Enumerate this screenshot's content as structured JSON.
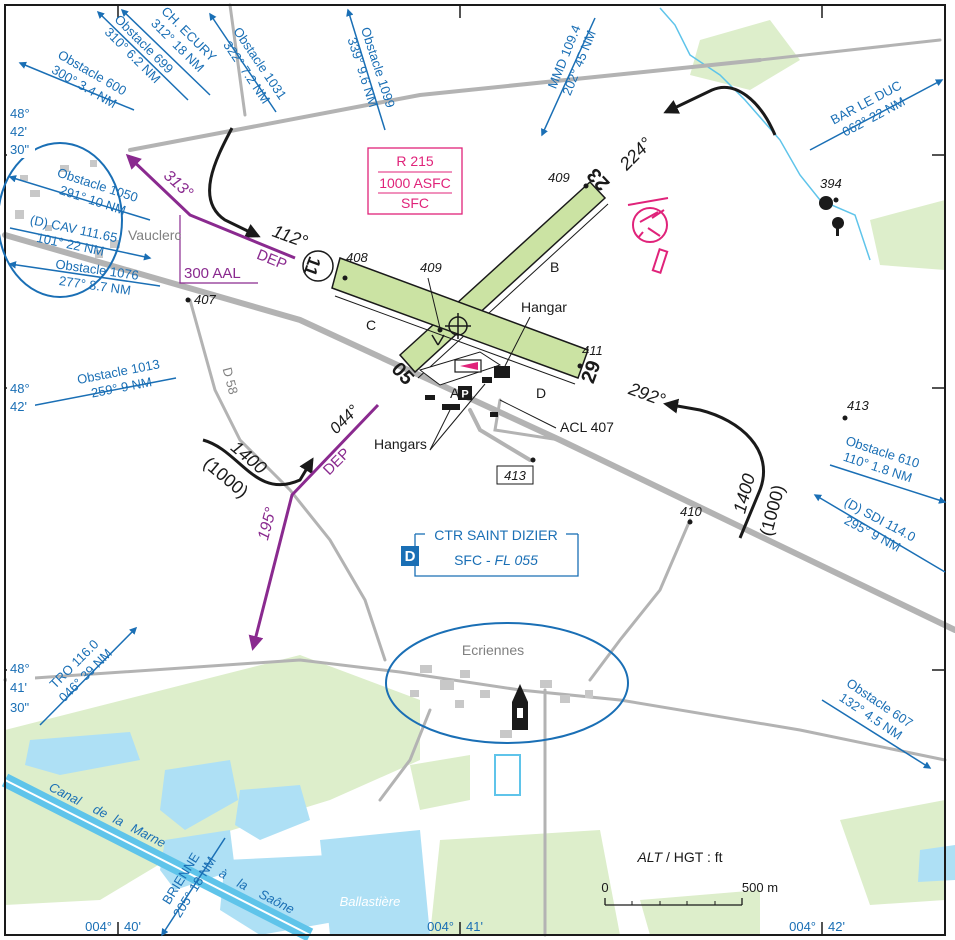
{
  "colors": {
    "blue": "#1a6fb5",
    "magenta": "#e0237a",
    "purple": "#8a2a8f",
    "runway": "#cbe3a3",
    "vegetation": "#ddeecb",
    "water": "#aee0f5",
    "road": "#b3b3b3",
    "black": "#1a1a1a",
    "gray": "#808080"
  },
  "obstacles": {
    "o600": [
      "Obstacle 600",
      "300° 3.4 NM"
    ],
    "o699": [
      "Obstacle 699",
      "310° 6.2 NM"
    ],
    "chEcury": [
      "CH. ECURY",
      "312° 18 NM"
    ],
    "o1031": [
      "Obstacle 1031",
      "322° 7.2 NM"
    ],
    "o1099": [
      "Obstacle 1099",
      "339° 9.6 NM"
    ],
    "mmd": [
      "MMD 109.4",
      "202° 45 NM"
    ],
    "barLeDuc": [
      "BAR LE DUC",
      "062° 22 NM"
    ],
    "o1050": [
      "Obstacle 1050",
      "291° 10 NM"
    ],
    "cav": [
      "(D) CAV 111.65",
      "101° 22 NM"
    ],
    "o1076": [
      "Obstacle 1076",
      "277° 8.7 NM"
    ],
    "o1013": [
      "Obstacle 1013",
      "259° 9 NM"
    ],
    "o610": [
      "Obstacle 610",
      "110° 1.8 NM"
    ],
    "sdi": [
      "(D) SDI 114.0",
      "295° 9 NM"
    ],
    "tro": [
      "TRO 116.0",
      "046° 39 NM"
    ],
    "o607": [
      "Obstacle 607",
      "132° 4.5 NM"
    ],
    "brienne": [
      "BRIENNE",
      "205° 18 NM"
    ]
  },
  "latitudes": {
    "lat1": [
      "48°",
      "42'",
      "30\""
    ],
    "lat2": [
      "48°",
      "42'"
    ],
    "lat3": [
      "48°",
      "41'",
      "30\""
    ]
  },
  "longitudes": {
    "lon1": [
      "004°",
      "40'"
    ],
    "lon2": [
      "004°",
      "41'"
    ],
    "lon3": [
      "004°",
      "42'"
    ]
  },
  "zone": {
    "name": "R 215",
    "upper": "1000 ASFC",
    "lower": "SFC"
  },
  "ctr": {
    "name": "CTR SAINT DIZIER",
    "letter": "D",
    "limits_prefix": "SFC - ",
    "limits_upper": "FL 055"
  },
  "runways": {
    "rwy05": "05",
    "rwy23": "23",
    "rwy11": "11",
    "rwy29": "29",
    "letterA": "A",
    "letterB": "B",
    "letterC": "C",
    "letterD": "D"
  },
  "headings": {
    "h224": "224°",
    "h112": "112°",
    "h292": "292°",
    "h313": "313°",
    "h044": "044°",
    "h195": "195°",
    "dep1": "DEP",
    "dep2": "DEP"
  },
  "altitudes": {
    "alt1400a": "1400",
    "alt1000a": "(1000)",
    "alt1400b": "1400",
    "alt1000b": "(1000)",
    "aal300": "300 AAL"
  },
  "elevations": {
    "e394": "394",
    "e409a": "409",
    "e408": "408",
    "e409b": "409",
    "e407": "407",
    "e411": "411",
    "e413a": "413",
    "e410": "410",
    "e413b": "413"
  },
  "labels": {
    "hangar": "Hangar",
    "hangars": "Hangars",
    "acl": "ACL 407",
    "parking": "P",
    "vauclerc": "Vauclerc",
    "ecriennes": "Ecriennes",
    "d58": "D 58",
    "canal_words": [
      "Canal",
      "de",
      "la",
      "Marne",
      "à",
      "la",
      "Saône"
    ],
    "ballastiere": "Ballastière"
  },
  "scale": {
    "title_italic": "ALT",
    "title_rest": " / HGT : ft",
    "zero": "0",
    "end": "500 m"
  }
}
